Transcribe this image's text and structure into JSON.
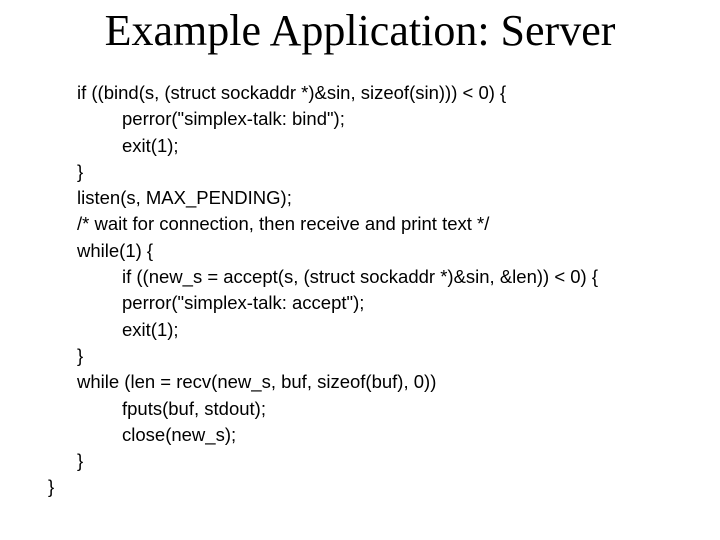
{
  "slide": {
    "title": "Example Application: Server",
    "colors": {
      "background": "#ffffff",
      "text": "#000000"
    },
    "code": {
      "lines": [
        {
          "indent": 1,
          "text": "if ((bind(s, (struct sockaddr *)&sin, sizeof(sin))) < 0) {"
        },
        {
          "indent": 2,
          "text": "perror(\"simplex-talk: bind\");"
        },
        {
          "indent": 2,
          "text": "exit(1);"
        },
        {
          "indent": 1,
          "text": "}"
        },
        {
          "indent": 1,
          "text": "listen(s, MAX_PENDING);"
        },
        {
          "indent": 1,
          "text": "/* wait for connection, then receive and print text */"
        },
        {
          "indent": 1,
          "text": "while(1) {"
        },
        {
          "indent": 2,
          "text": "if ((new_s = accept(s, (struct sockaddr *)&sin, &len)) < 0) {"
        },
        {
          "indent": 2,
          "text": "perror(\"simplex-talk: accept\");"
        },
        {
          "indent": 2,
          "text": "exit(1);"
        },
        {
          "indent": 1,
          "text": "}"
        },
        {
          "indent": 1,
          "text": "while (len = recv(new_s, buf, sizeof(buf), 0))"
        },
        {
          "indent": 2,
          "text": "fputs(buf, stdout);"
        },
        {
          "indent": 2,
          "text": "close(new_s);"
        },
        {
          "indent": 1,
          "text": "}"
        },
        {
          "indent": 0,
          "text": "}"
        }
      ]
    }
  }
}
